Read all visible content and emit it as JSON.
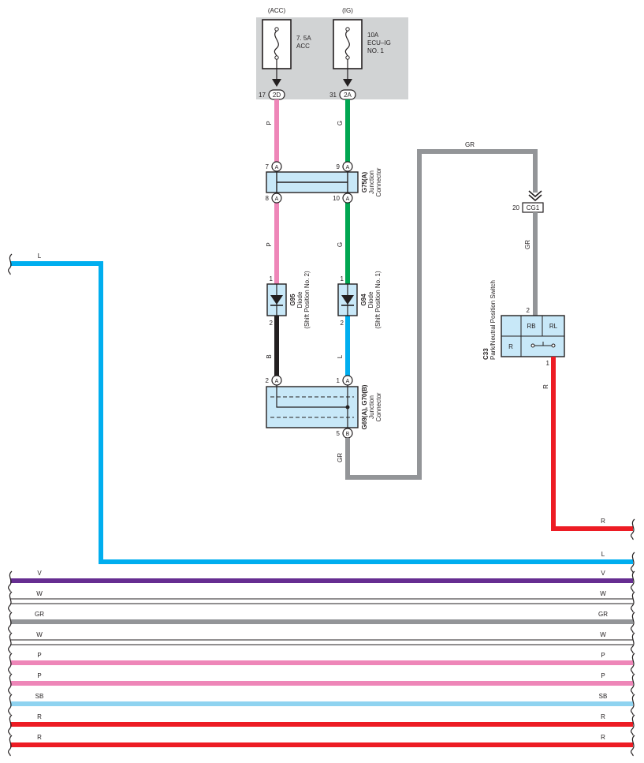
{
  "colors": {
    "pink": "#ee86b8",
    "green": "#00a651",
    "black": "#231f20",
    "blue": "#00aeef",
    "gray": "#939598",
    "red": "#ed1c24",
    "purple": "#662d91",
    "white_wire": "#ffffff",
    "sky": "#8fd3f0",
    "component_fill": "#c8e8f8",
    "fuse_panel": "#d1d3d4"
  },
  "fuses": {
    "acc_source": "(ACC)",
    "ig_source": "(IG)",
    "acc_amp": "7. 5A",
    "acc_name": "ACC",
    "ig_amp": "10A",
    "ig_name1": "ECU–IG",
    "ig_name2": "NO. 1",
    "acc_connector": "2D",
    "acc_pin": "17",
    "ig_connector": "2A",
    "ig_pin": "31"
  },
  "wires": {
    "p": "P",
    "g": "G",
    "b": "B",
    "l": "L",
    "gr": "GR",
    "r": "R"
  },
  "g75": {
    "code": "G75(A)",
    "line1": "Junction",
    "line2": "Connector",
    "conn": "A",
    "pin_tl": "7",
    "pin_tr": "9",
    "pin_bl": "8",
    "pin_br": "10"
  },
  "g95": {
    "code": "G95",
    "line1": "Diode",
    "line2": "(Shift Position No. 2)",
    "pin_top": "1",
    "pin_bot": "2"
  },
  "g94": {
    "code": "G94",
    "line1": "Diode",
    "line2": "(Shift Position No. 1)",
    "pin_top": "1",
    "pin_bot": "2"
  },
  "g69": {
    "code": "G69(A), G70(B)",
    "line1": "Junction",
    "line2": "Connector",
    "conn_a": "A",
    "conn_b": "B",
    "pin_tl": "2",
    "pin_tr": "1",
    "pin_b": "5"
  },
  "cg1": {
    "code": "CG1",
    "pin": "20"
  },
  "c33": {
    "code": "C33",
    "name": "Park/Neutral Position Switch",
    "pin_top": "2",
    "pin_bot": "1",
    "rb": "RB",
    "rl": "RL",
    "r": "R"
  },
  "bus_lines": [
    {
      "label": "R"
    },
    {
      "label": "L"
    },
    {
      "label": "V"
    },
    {
      "label": "W"
    },
    {
      "label": "GR"
    },
    {
      "label": "W"
    },
    {
      "label": "P"
    },
    {
      "label": "P"
    },
    {
      "label": "SB"
    },
    {
      "label": "R"
    },
    {
      "label": "R"
    }
  ]
}
